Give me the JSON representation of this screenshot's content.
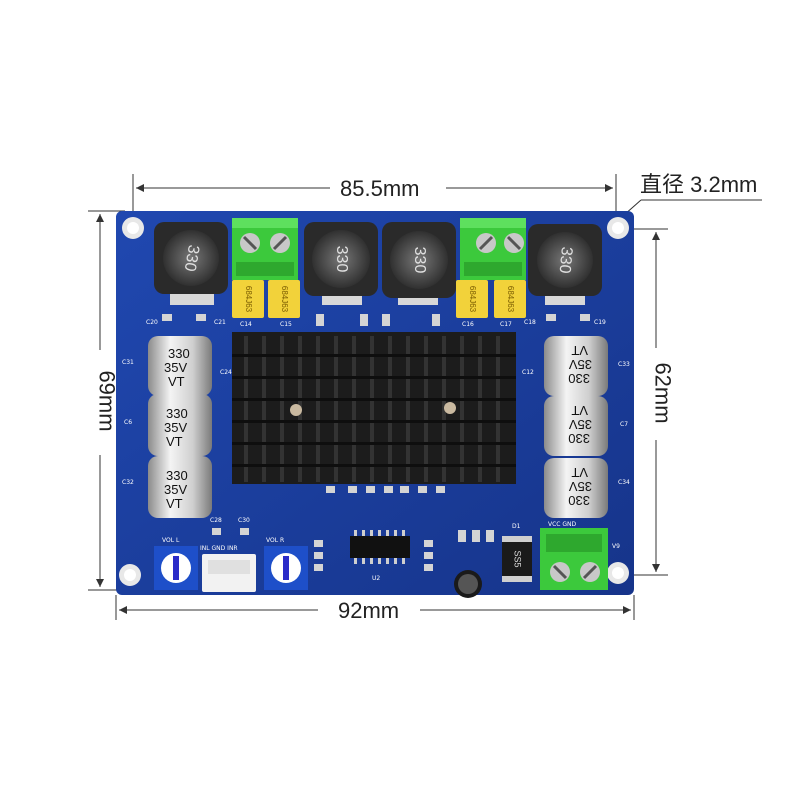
{
  "dimensions": {
    "top_width": "85.5mm",
    "hole_diameter": "直径 3.2mm",
    "left_height": "69mm",
    "right_height": "62mm",
    "bottom_width": "92mm"
  },
  "board": {
    "inductors": [
      "330",
      "330",
      "330",
      "330"
    ],
    "caps_left": [
      {
        "l1": "330",
        "l2": "35V",
        "l3": "VT"
      },
      {
        "l1": "330",
        "l2": "35V",
        "l3": "VT"
      },
      {
        "l1": "330",
        "l2": "35V",
        "l3": "VT"
      }
    ],
    "caps_right": [
      {
        "l1": "330",
        "l2": "35V",
        "l3": "VT"
      },
      {
        "l1": "330",
        "l2": "35V",
        "l3": "VT"
      },
      {
        "l1": "330",
        "l2": "35V",
        "l3": "VT"
      }
    ],
    "film_caps": [
      "684J63",
      "684J63",
      "684J63",
      "684J63"
    ],
    "labels": {
      "vol_l": "VOL L",
      "vol_r": "VOL R",
      "inl_gnd_inr": "INL GND INR",
      "vcc_gnd": "VCC GND",
      "d1": "D1",
      "u2": "U2",
      "v9": "V9",
      "ss": "SS5"
    },
    "silk_left": [
      "C20",
      "C21",
      "C14",
      "C15",
      "C31",
      "C6",
      "C32",
      "C24",
      "C28",
      "C30"
    ],
    "silk_right": [
      "C16",
      "C17",
      "C18",
      "C19",
      "C33",
      "C7",
      "C34",
      "C12"
    ]
  },
  "colors": {
    "pcb": "#1a3f9e",
    "heatsink": "#1c1c1c",
    "terminal": "#3cc93c",
    "film_cap": "#f2d23a"
  }
}
